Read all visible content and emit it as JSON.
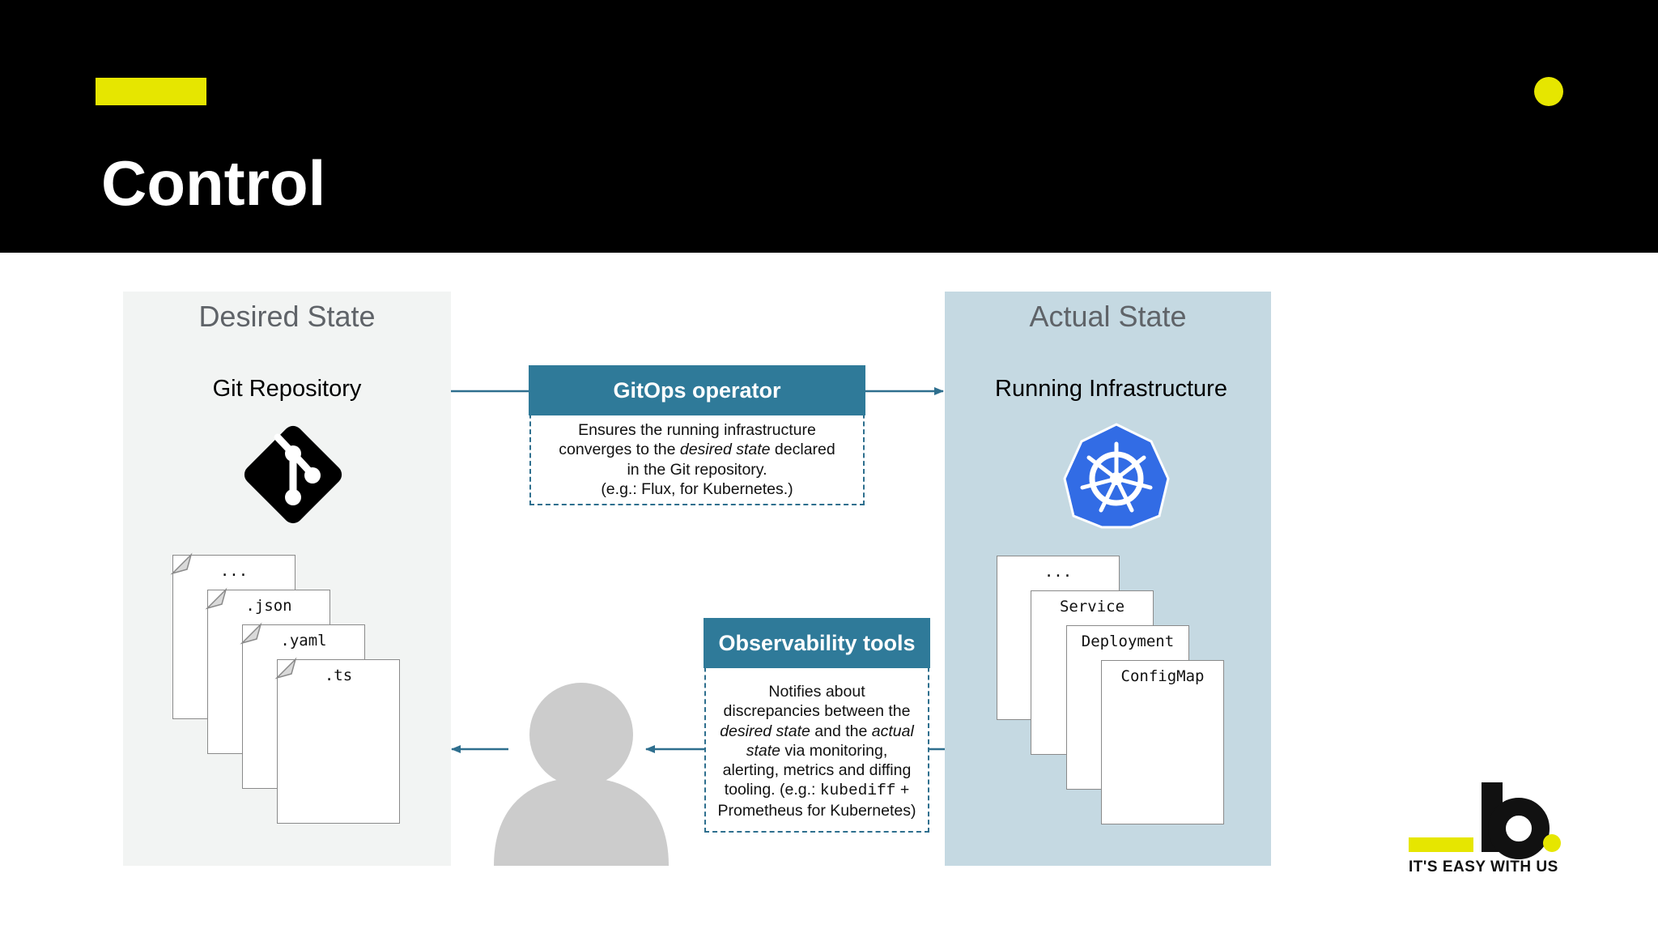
{
  "header": {
    "title": "Control",
    "accent_color": "#e6e600"
  },
  "desired_state": {
    "title": "Desired State",
    "subtitle": "Git Repository",
    "icon": "git-icon",
    "files": [
      "...",
      ".json",
      ".yaml",
      ".ts"
    ]
  },
  "actual_state": {
    "title": "Actual State",
    "subtitle": "Running Infrastructure",
    "icon": "kubernetes-icon",
    "resources": [
      "...",
      "Service",
      "Deployment",
      "ConfigMap"
    ]
  },
  "gitops_operator": {
    "title": "GitOps operator",
    "line1": "Ensures the running infrastructure",
    "line2_pre": "converges to the ",
    "line2_em": "desired state",
    "line2_post": " declared",
    "line3": "in the Git repository.",
    "line4": "(e.g.: Flux, for Kubernetes.)"
  },
  "observability": {
    "title": "Observability tools",
    "line1": "Notifies about",
    "line2": "discrepancies between the",
    "line3_em1": "desired state",
    "line3_mid": " and the ",
    "line3_em2": "actual",
    "line4_em": "state",
    "line4_post": " via monitoring,",
    "line5": "alerting, metrics and diffing",
    "line6_pre": "tooling. (e.g.: ",
    "line6_code": "kubediff",
    "line6_post": " +",
    "line7": "Prometheus for Kubernetes)"
  },
  "person": {
    "icon": "user-avatar-icon"
  },
  "brand": {
    "letter": "b",
    "tagline": "IT'S EASY WITH US"
  },
  "colors": {
    "header_bg": "#000000",
    "teal": "#2f7a99",
    "desired_bg": "#f2f4f3",
    "actual_bg": "#c5d9e2",
    "kubernetes_blue": "#326ce5"
  }
}
